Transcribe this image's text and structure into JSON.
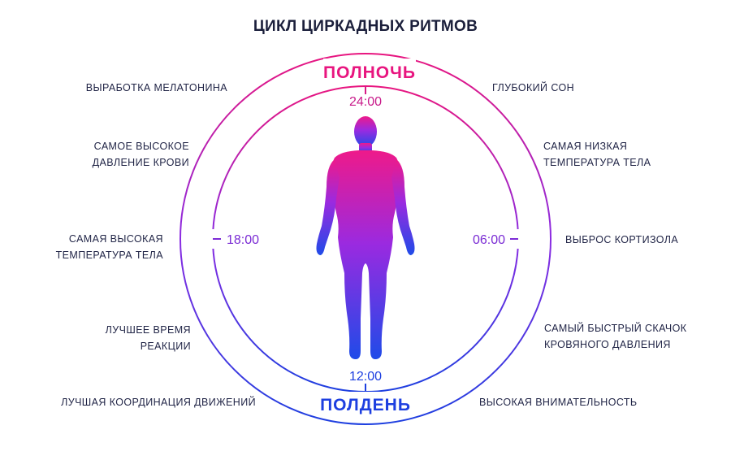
{
  "title": "ЦИКЛ ЦИРКАДНЫХ РИТМОВ",
  "midnight_label": "ПОЛНОЧЬ",
  "noon_label": "ПОЛДЕНЬ",
  "times": {
    "top": "24:00",
    "right": "06:00",
    "bottom": "12:00",
    "left": "18:00"
  },
  "left_labels": [
    {
      "lines": [
        "ВЫРАБОТКА МЕЛАТОНИНА"
      ]
    },
    {
      "lines": [
        "САМОЕ ВЫСОКОЕ",
        "ДАВЛЕНИЕ КРОВИ"
      ]
    },
    {
      "lines": [
        "САМАЯ ВЫСОКАЯ",
        "ТЕМПЕРАТУРА ТЕЛА"
      ]
    },
    {
      "lines": [
        "ЛУЧШЕЕ ВРЕМЯ",
        "РЕАКЦИИ"
      ]
    },
    {
      "lines": [
        "ЛУЧШАЯ КООРДИНАЦИЯ ДВИЖЕНИЙ"
      ]
    }
  ],
  "right_labels": [
    {
      "lines": [
        "ГЛУБОКИЙ СОН"
      ]
    },
    {
      "lines": [
        "САМАЯ НИЗКАЯ",
        "ТЕМПЕРАТУРА ТЕЛА"
      ]
    },
    {
      "lines": [
        "ВЫБРОС КОРТИЗОЛА"
      ]
    },
    {
      "lines": [
        "САМЫЙ БЫСТРЫЙ СКАЧОК",
        "КРОВЯНОГО ДАВЛЕНИЯ"
      ]
    },
    {
      "lines": [
        "ВЫСОКАЯ ВНИМАТЕЛЬНОСТЬ"
      ]
    }
  ],
  "colors": {
    "top": "#e8157f",
    "middle": "#8a2be2",
    "bottom": "#1d3fe0",
    "text": "#1f2345"
  }
}
